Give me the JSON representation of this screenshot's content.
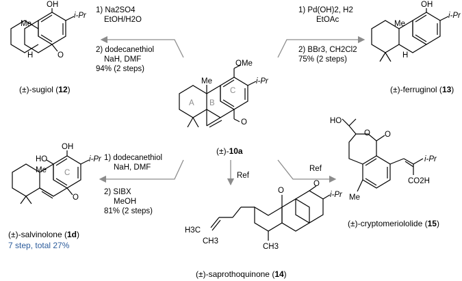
{
  "center": {
    "label_prefix": "(±)-",
    "label_num": "10a",
    "ome": "OMe",
    "ipr": "i-Pr",
    "me": "Me",
    "ring_a": "A",
    "ring_b": "B",
    "ring_c": "C",
    "o": "O"
  },
  "sugiol": {
    "step1_line1": "1) Na2SO4",
    "step1_line2": "EtOH/H2O",
    "step2_line1": "2) dodecanethiol",
    "step2_line2": "NaH, DMF",
    "step2_line3": "94% (2 steps)",
    "label_prefix": "(±)-sugiol (",
    "label_num": "12",
    "label_suffix": ")",
    "oh": "OH",
    "ipr": "i-Pr",
    "me": "Me",
    "h": "H",
    "o": "O"
  },
  "ferruginol": {
    "step1_line1": "1) Pd(OH)2, H2",
    "step1_line2": "EtOAc",
    "step2_line1": "2) BBr3, CH2Cl2",
    "step2_line2": "75% (2 steps)",
    "label_prefix": "(±)-ferruginol (",
    "label_num": "13",
    "label_suffix": ")",
    "oh": "OH",
    "ipr": "i-Pr",
    "me": "Me",
    "h": "H"
  },
  "salvinolone": {
    "step1_line1": "1) dodecanethiol",
    "step1_line2": "NaH, DMF",
    "step2_line1": "2) SIBX",
    "step2_line2": "MeOH",
    "step2_line3": "81% (2 steps)",
    "label_prefix": "(±)-salvinolone (",
    "label_num": "1d",
    "label_suffix": ")",
    "note": "7 step, total 27%",
    "ho": "HO",
    "oh": "OH",
    "ipr": "i-Pr",
    "me": "Me",
    "ring_c": "C",
    "o": "O"
  },
  "saprothoquinone": {
    "ref": "Ref",
    "label_prefix": "(±)-saprothoquinone (",
    "label_num": "14",
    "label_suffix": ")",
    "ipr": "i-Pr",
    "h3c": "H3C",
    "ch3": "CH3",
    "o": "O"
  },
  "cryptomeriololide": {
    "ref": "Ref",
    "label_prefix": "(±)-cryptomeriololide (",
    "label_num": "15",
    "label_suffix": ")",
    "ho": "HO",
    "ipr": "i-Pr",
    "co2h": "CO2H",
    "me": "Me",
    "o": "O"
  },
  "colors": {
    "arrow": "#8c8c8c",
    "note": "#2a5a9a",
    "ring_letter": "#8c8c8c"
  }
}
